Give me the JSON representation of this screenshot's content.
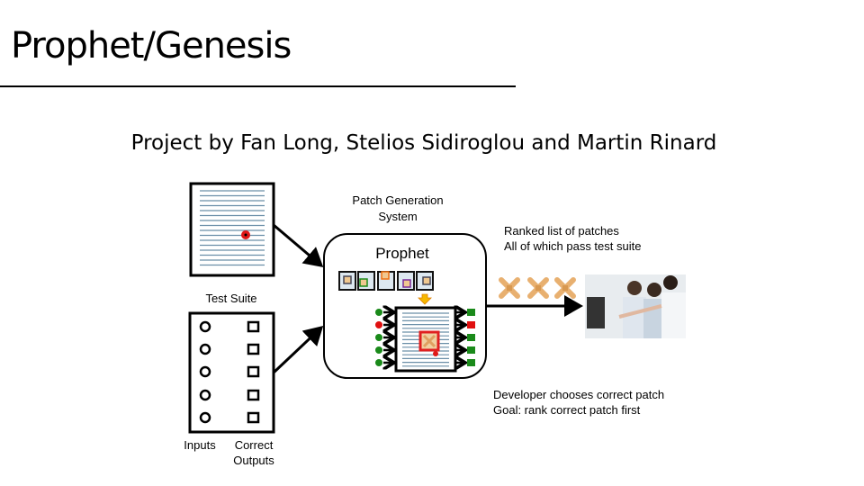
{
  "slide": {
    "title": "Prophet/Genesis",
    "subtitle": "Project by Fan Long, Stelios Sidiroglou and Martin Rinard"
  },
  "diagram": {
    "test_suite_label": "Test Suite",
    "inputs_label": "Inputs",
    "outputs_label_1": "Correct",
    "outputs_label_2": "Outputs",
    "system_label_1": "Patch Generation",
    "system_label_2": "System",
    "prophet_label": "Prophet",
    "ranked_1": "Ranked list of patches",
    "ranked_2": "All of which pass test suite",
    "dev_1": "Developer chooses correct patch",
    "dev_2": "Goal: rank correct patch first",
    "test_results_in": [
      "pass",
      "fail",
      "pass",
      "pass",
      "pass"
    ],
    "test_results_out": [
      "pass",
      "fail",
      "pass",
      "pass",
      "pass"
    ],
    "colors": {
      "pass": "#1a8a1a",
      "fail": "#e01010",
      "patch_box": "#e02020",
      "arrow_yellow": "#f5b800",
      "bandaid": "#e8b070"
    }
  }
}
